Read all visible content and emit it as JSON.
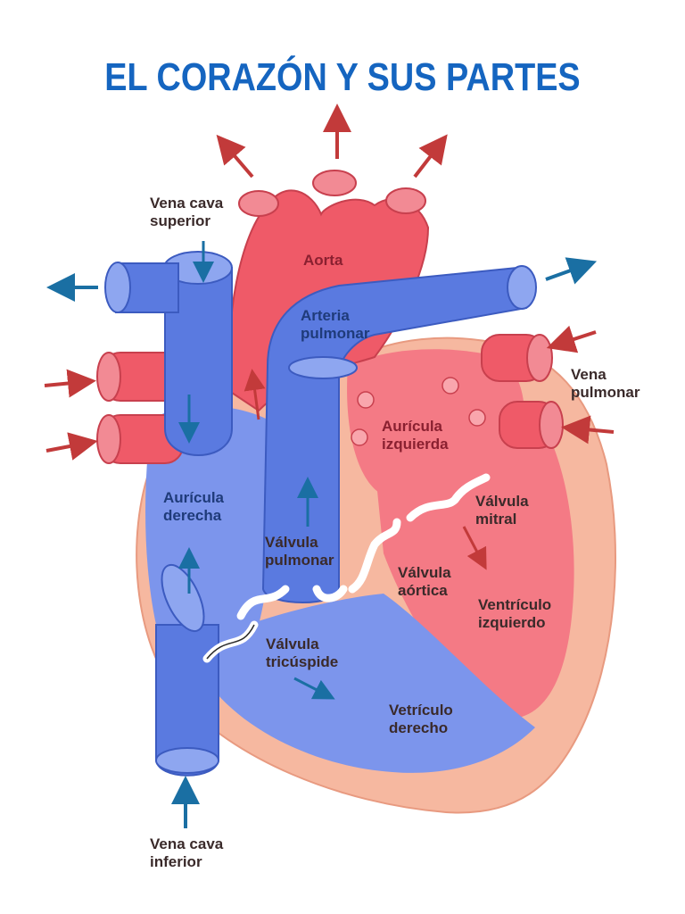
{
  "title": "EL CORAZÓN Y SUS PARTES",
  "colors": {
    "title": "#1565c0",
    "oxygenated": "#ef5a68",
    "deoxygenated": "#5a7ae0",
    "muscle": "#f6b8a0",
    "arrow_blue": "#1a6fa3",
    "arrow_red": "#c23a3a"
  },
  "labels": {
    "vena_cava_superior": [
      "Vena cava",
      "superior"
    ],
    "aorta": [
      "Aorta"
    ],
    "arteria_pulmonar": [
      "Arteria",
      "pulmonar"
    ],
    "vena_pulmonar": [
      "Vena",
      "pulmonar"
    ],
    "auricula_izquierda": [
      "Aurícula",
      "izquierda"
    ],
    "auricula_derecha": [
      "Aurícula",
      "derecha"
    ],
    "valvula_pulmonar": [
      "Válvula",
      "pulmonar"
    ],
    "valvula_mitral": [
      "Válvula",
      "mitral"
    ],
    "valvula_aortica": [
      "Válvula",
      "aórtica"
    ],
    "ventriculo_izquierdo": [
      "Ventrículo",
      "izquierdo"
    ],
    "valvula_tricuspide": [
      "Válvula",
      "tricúspide"
    ],
    "ventriculo_derecho": [
      "Vetrículo",
      "derecho"
    ],
    "vena_cava_inferior": [
      "Vena cava",
      "inferior"
    ]
  }
}
